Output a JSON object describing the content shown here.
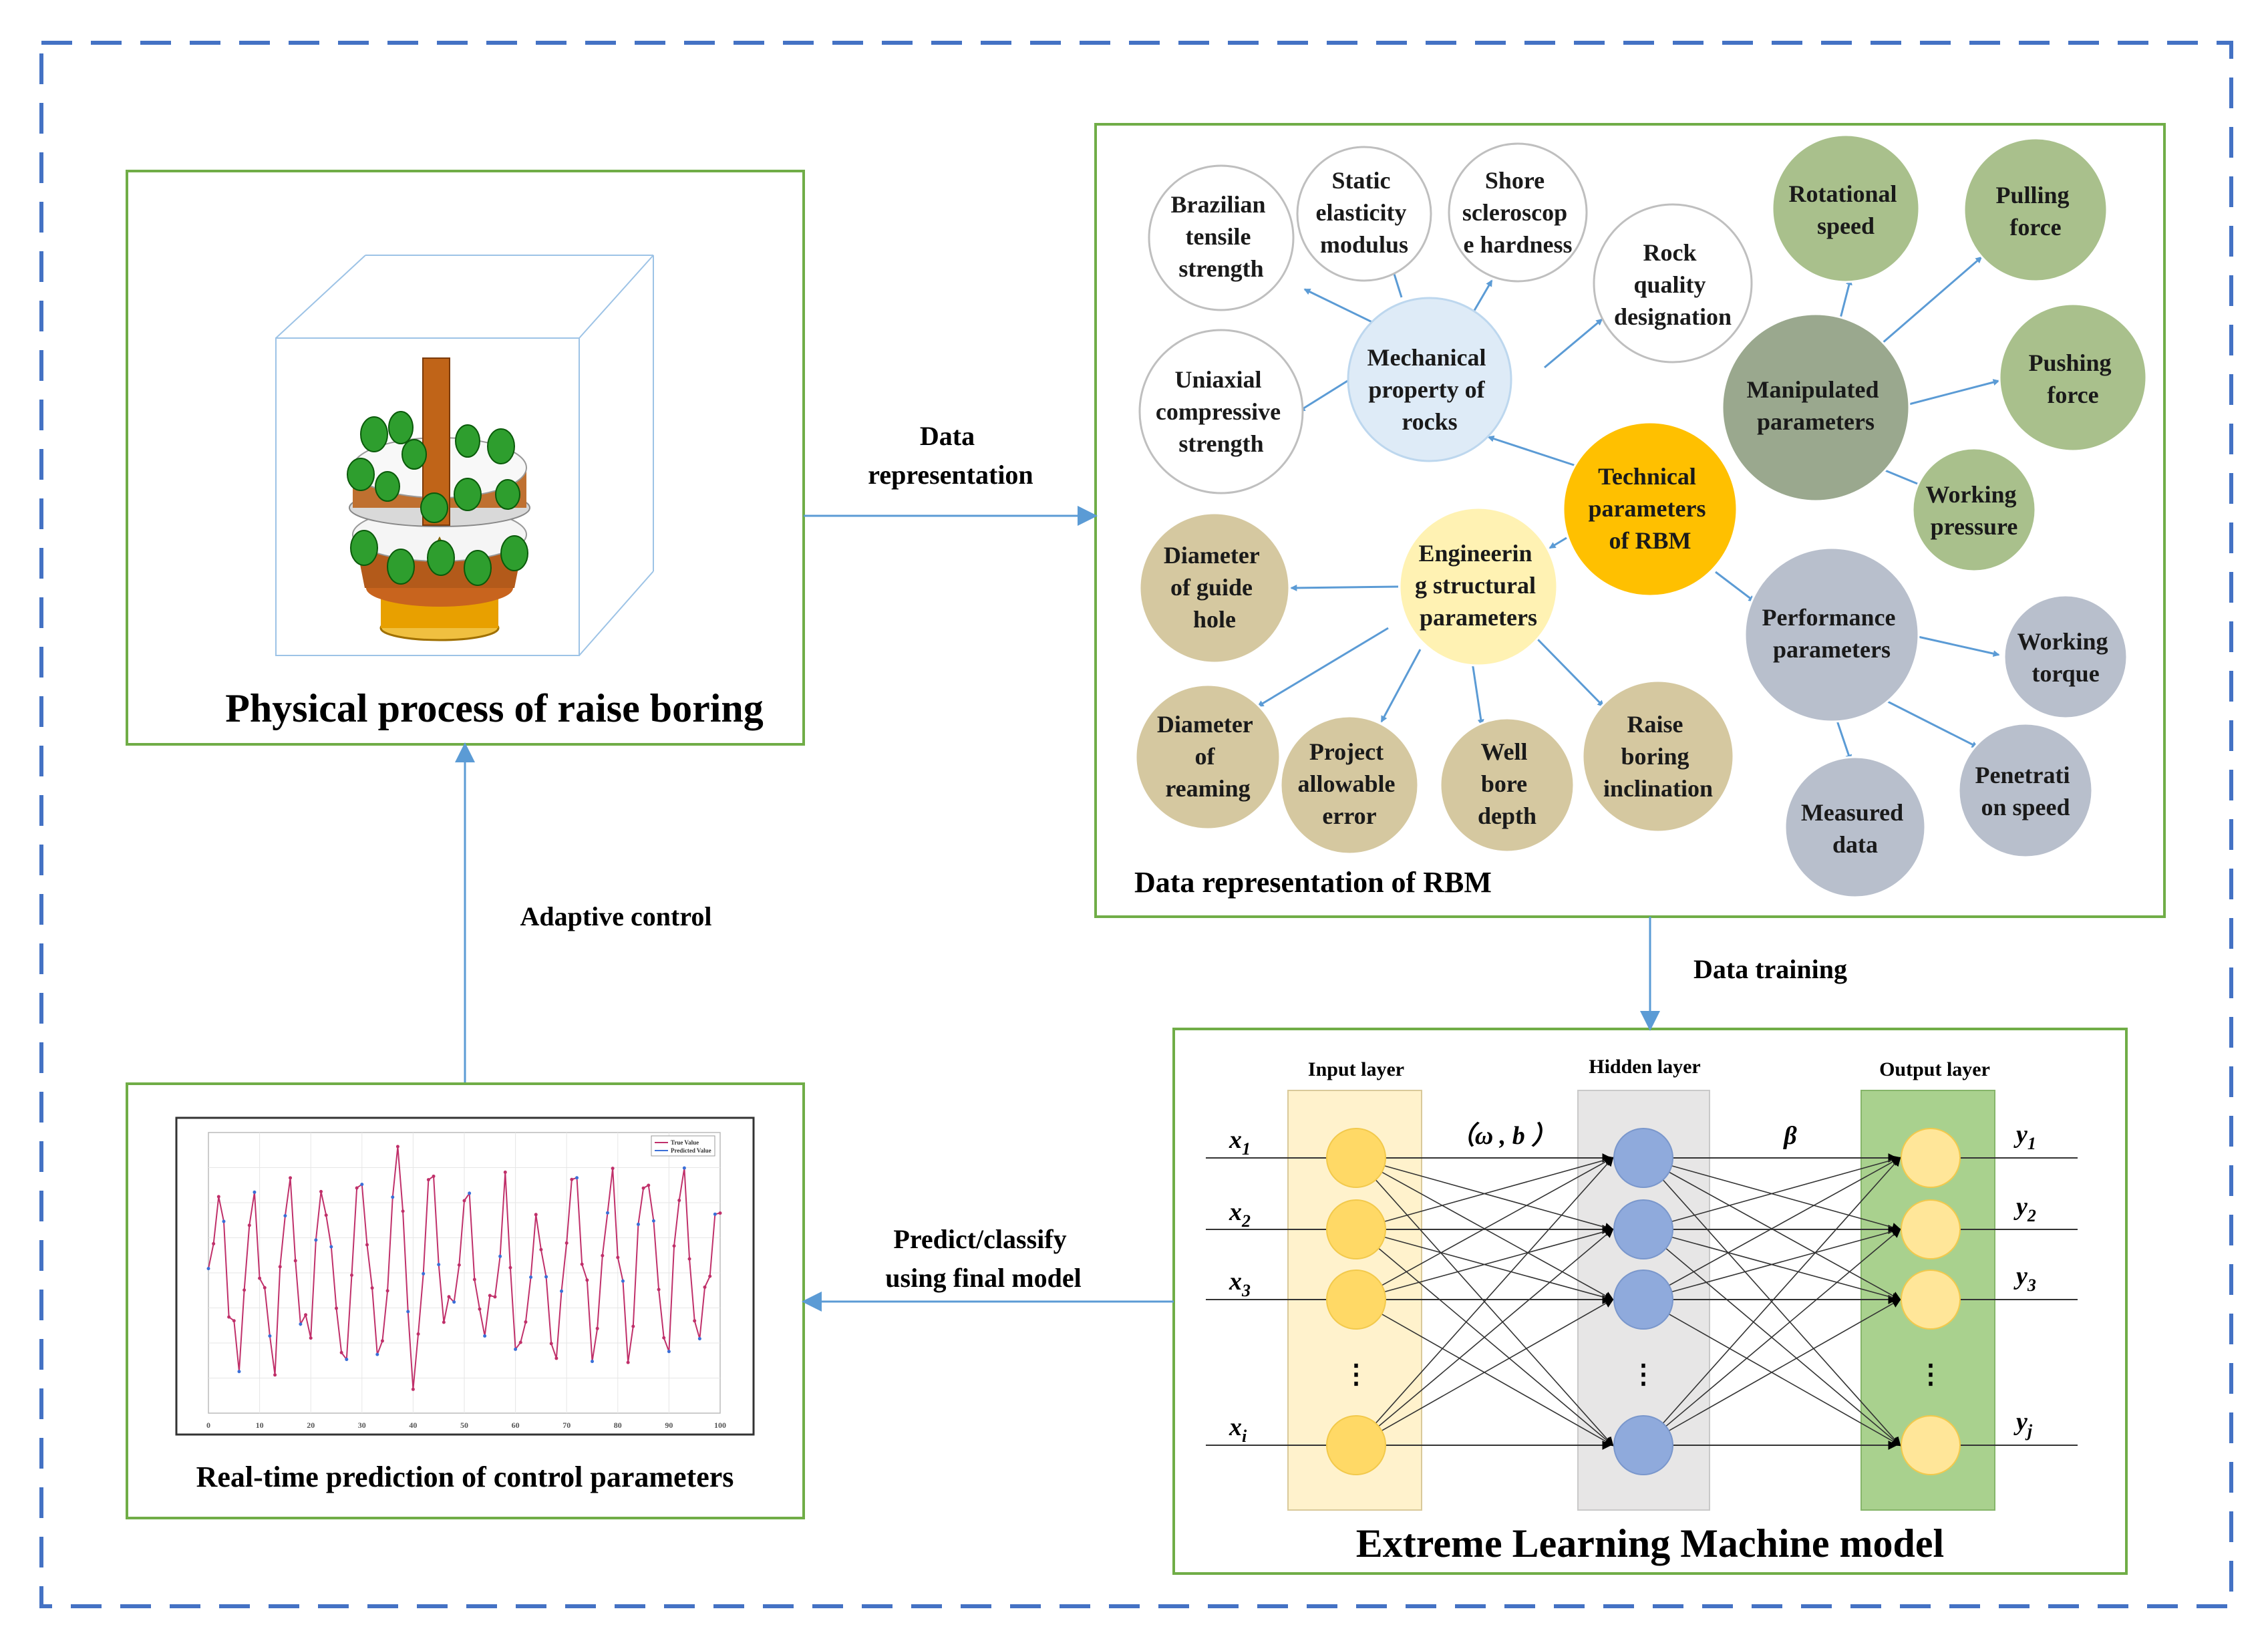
{
  "colors": {
    "frame": "#70ad47",
    "dash": "#4472c4",
    "arrow": "#5b9bd5",
    "white_bubble": "#ffffff",
    "blue_bubble": "#deebf7",
    "orange_bubble": "#ffc000",
    "cream_bubble": "#fff2b3",
    "tan_bubble": "#d5c8a0",
    "dark_green_bubble": "#9aa88e",
    "green_bubble": "#a9c08c",
    "gray_bubble": "#b8bfcc",
    "input_band": "#fff2cc",
    "hidden_band": "#e7e6e6",
    "output_band": "#a9d18e",
    "yellow_node": "#ffd966",
    "blue_node": "#8faadc"
  },
  "physical": {
    "title": "Physical process of raise boring",
    "illustration": "raise-boring-head"
  },
  "rbm": {
    "caption": "Data representation of RBM",
    "bubbles": {
      "technical": [
        "Technical",
        "parameters",
        "of RBM"
      ],
      "mechanical": [
        "Mechanical",
        "property of",
        "rocks"
      ],
      "engineering": [
        "Engineerin",
        "g structural",
        "parameters"
      ],
      "manipulated": [
        "Manipulated",
        "parameters"
      ],
      "performance": [
        "Performance",
        "parameters"
      ],
      "brazilian": [
        "Brazilian",
        "tensile",
        "strength"
      ],
      "static": [
        "Static",
        "elasticity",
        "modulus"
      ],
      "shore": [
        "Shore",
        "scleroscop",
        "e hardness"
      ],
      "rqd": [
        "Rock",
        "quality",
        "designation"
      ],
      "ucs": [
        "Uniaxial",
        "compressive",
        "strength"
      ],
      "guide_hole": [
        "Diameter",
        "of guide",
        "hole"
      ],
      "reaming": [
        "Diameter",
        "of",
        "reaming"
      ],
      "allowable_error": [
        "Project",
        "allowable",
        "error"
      ],
      "bore_depth": [
        "Well",
        "bore",
        "depth"
      ],
      "inclination": [
        "Raise",
        "boring",
        "inclination"
      ],
      "rotational_speed": [
        "Rotational",
        "speed"
      ],
      "pulling_force": [
        "Pulling",
        "force"
      ],
      "pushing_force": [
        "Pushing",
        "force"
      ],
      "working_pressure": [
        "Working",
        "pressure"
      ],
      "working_torque": [
        "Working",
        "torque"
      ],
      "penetration_speed": [
        "Penetrati",
        "on speed"
      ],
      "measured_data": [
        "Measured",
        "data"
      ]
    }
  },
  "elm": {
    "title": "Extreme Learning Machine model",
    "input_layer": "Input layer",
    "hidden_layer": "Hidden layer",
    "output_layer": "Output layer",
    "weights_label": "（ω , b ）",
    "beta_label": "β",
    "dots": "⋮",
    "inputs": [
      {
        "base": "x",
        "sub": "1"
      },
      {
        "base": "x",
        "sub": "2"
      },
      {
        "base": "x",
        "sub": "3"
      },
      {
        "base": "x",
        "sub": "i"
      }
    ],
    "outputs": [
      {
        "base": "y",
        "sub": "1"
      },
      {
        "base": "y",
        "sub": "2"
      },
      {
        "base": "y",
        "sub": "3"
      },
      {
        "base": "y",
        "sub": "j"
      }
    ]
  },
  "prediction": {
    "caption": "Real-time prediction of control parameters",
    "legend": [
      "True Value",
      "Predicted Value"
    ],
    "x_ticks": [
      "0",
      "10",
      "20",
      "30",
      "40",
      "50",
      "60",
      "70",
      "80",
      "90",
      "100"
    ]
  },
  "flow": {
    "data_representation": [
      "Data",
      "representation"
    ],
    "data_training": "Data training",
    "predict": [
      "Predict/classify",
      "using final model"
    ],
    "adaptive_control": "Adaptive control"
  }
}
